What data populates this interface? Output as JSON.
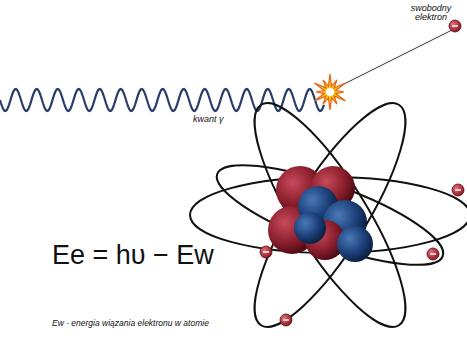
{
  "diagram": {
    "labels": [
      "swobodny elektron",
      "kwant γ",
      "Ee = hυ − Ew",
      "Ew - energia wiązania elektronu w atomie"
    ]
  }
}
